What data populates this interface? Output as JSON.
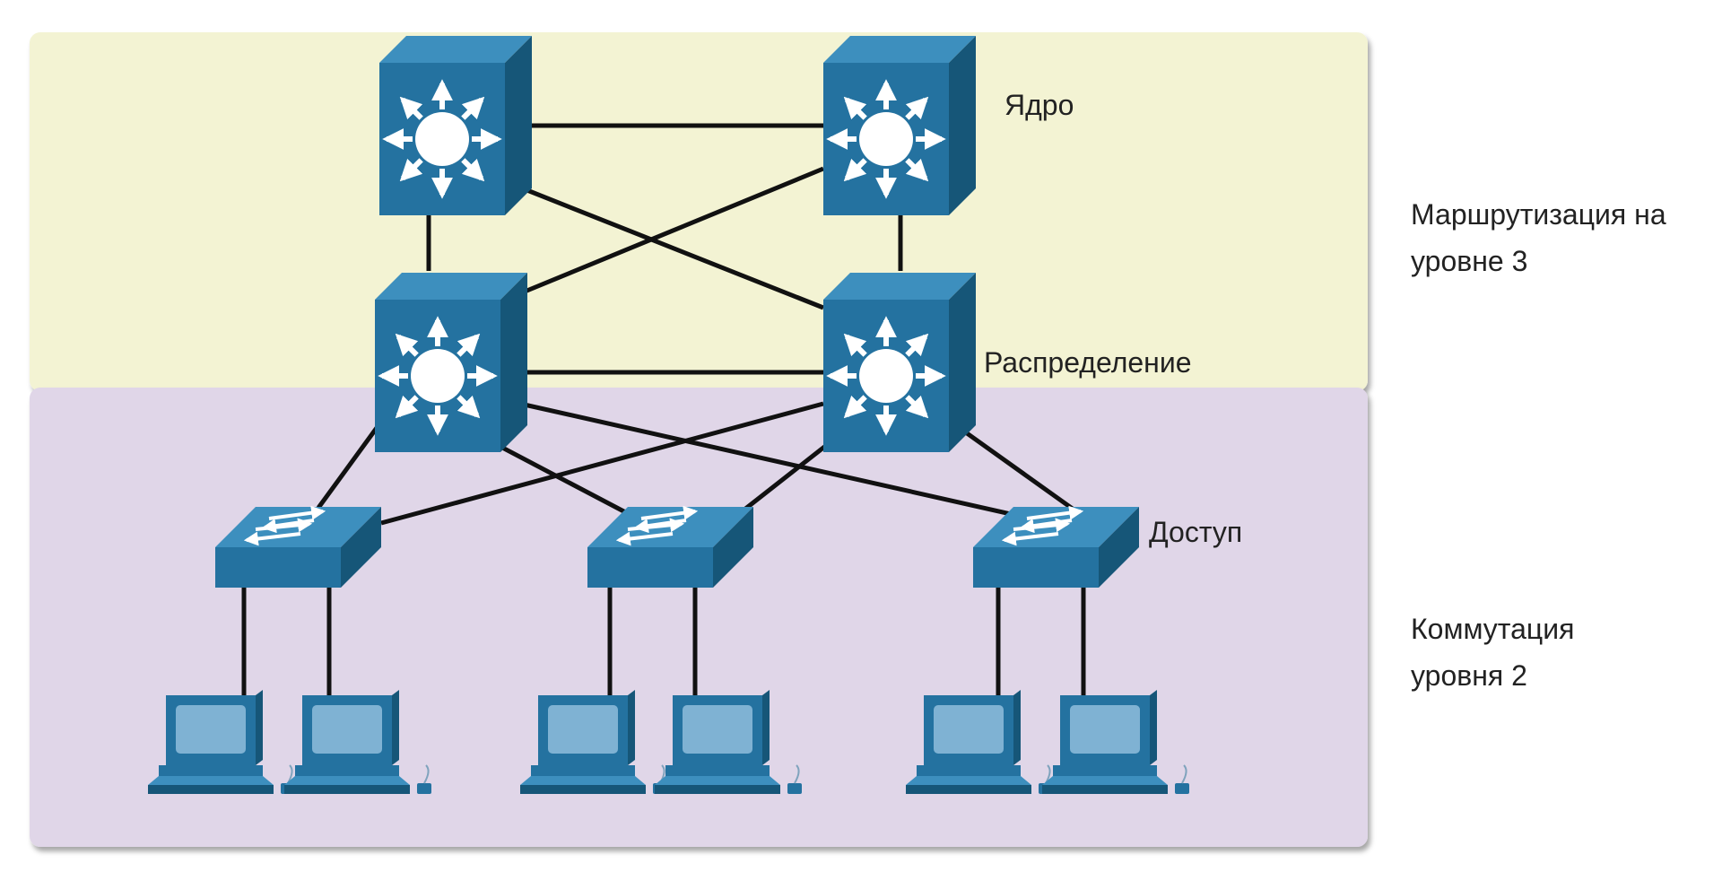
{
  "diagram": {
    "labels": {
      "core": "Ядро",
      "distribution": "Распределение",
      "access": "Доступ"
    },
    "zones": {
      "layer3": {
        "line1": "Маршрутизация на",
        "line2": "уровне 3"
      },
      "layer2": {
        "line1": "Коммутация",
        "line2": "уровня 2"
      }
    },
    "nodes": [
      {
        "id": "core-1",
        "type": "multilayer-switch",
        "tier": "core"
      },
      {
        "id": "core-2",
        "type": "multilayer-switch",
        "tier": "core"
      },
      {
        "id": "dist-1",
        "type": "multilayer-switch",
        "tier": "distribution"
      },
      {
        "id": "dist-2",
        "type": "multilayer-switch",
        "tier": "distribution"
      },
      {
        "id": "access-1",
        "type": "switch",
        "tier": "access"
      },
      {
        "id": "access-2",
        "type": "switch",
        "tier": "access"
      },
      {
        "id": "access-3",
        "type": "switch",
        "tier": "access"
      },
      {
        "id": "pc-1",
        "type": "workstation"
      },
      {
        "id": "pc-2",
        "type": "workstation"
      },
      {
        "id": "pc-3",
        "type": "workstation"
      },
      {
        "id": "pc-4",
        "type": "workstation"
      },
      {
        "id": "pc-5",
        "type": "workstation"
      },
      {
        "id": "pc-6",
        "type": "workstation"
      }
    ],
    "links": [
      [
        "core-1",
        "core-2"
      ],
      [
        "core-1",
        "dist-1"
      ],
      [
        "core-1",
        "dist-2"
      ],
      [
        "core-2",
        "dist-1"
      ],
      [
        "core-2",
        "dist-2"
      ],
      [
        "dist-1",
        "dist-2"
      ],
      [
        "dist-1",
        "access-1"
      ],
      [
        "dist-1",
        "access-2"
      ],
      [
        "dist-1",
        "access-3"
      ],
      [
        "dist-2",
        "access-1"
      ],
      [
        "dist-2",
        "access-2"
      ],
      [
        "dist-2",
        "access-3"
      ],
      [
        "access-1",
        "pc-1"
      ],
      [
        "access-1",
        "pc-2"
      ],
      [
        "access-2",
        "pc-3"
      ],
      [
        "access-2",
        "pc-4"
      ],
      [
        "access-3",
        "pc-5"
      ],
      [
        "access-3",
        "pc-6"
      ]
    ],
    "colors": {
      "layer3_zone": "#f3f3d3",
      "layer2_zone": "#e0d6e8",
      "device_front": "#2472a0",
      "device_top": "#3d8fbe",
      "device_side": "#165678",
      "screen": "#7fb2d3",
      "link": "#111111"
    }
  }
}
